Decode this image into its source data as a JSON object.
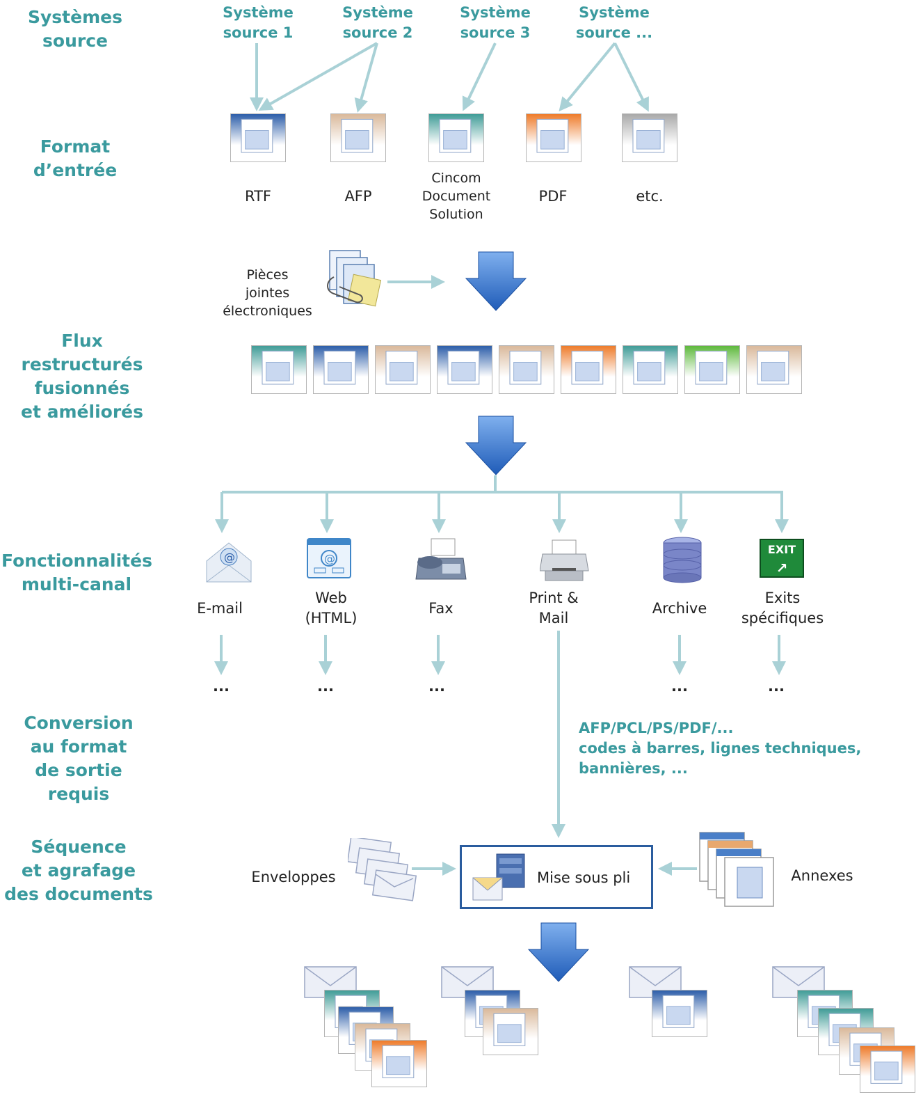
{
  "row_labels": {
    "sources": "Systèmes\nsource",
    "format": "Format\nd’entrée",
    "flux": "Flux\nrestructurés\nfusionnés\net améliorés",
    "multicanal": "Fonctionnalités\nmulti-canal",
    "conversion": "Conversion\nau format\nde sortie requis",
    "sequence": "Séquence\net agrafage\ndes documents"
  },
  "sources": [
    {
      "label": "Système\nsource 1"
    },
    {
      "label": "Système\nsource 2"
    },
    {
      "label": "Système\nsource 3"
    },
    {
      "label": "Système\nsource ..."
    }
  ],
  "formats": [
    {
      "label": "RTF",
      "color": "#2a5ca8"
    },
    {
      "label": "AFP",
      "color": "#d9b89a"
    },
    {
      "label": "Cincom\nDocument\nSolution",
      "color": "#3e9b96"
    },
    {
      "label": "PDF",
      "color": "#ee7a28"
    },
    {
      "label": "etc.",
      "color": "#a8a8a8"
    }
  ],
  "attachments": {
    "label": "Pièces\njointes\nélectroniques"
  },
  "flux_colors": [
    "#3e9b96",
    "#2a5ca8",
    "#d9b89a",
    "#2a5ca8",
    "#d9b89a",
    "#ee7a28",
    "#3e9b96",
    "#5cb83a",
    "#d9b89a"
  ],
  "channels": [
    {
      "label": "E-mail",
      "icon": "email-icon",
      "more": "..."
    },
    {
      "label": "Web\n(HTML)",
      "icon": "web-icon",
      "more": "..."
    },
    {
      "label": "Fax",
      "icon": "fax-icon",
      "more": "..."
    },
    {
      "label": "Print &\nMail",
      "icon": "printer-icon"
    },
    {
      "label": "Archive",
      "icon": "database-icon",
      "more": "..."
    },
    {
      "label": "Exits\nspécifiques",
      "icon": "exit-icon",
      "icon_text": "EXIT",
      "more": "..."
    }
  ],
  "conversion_text": "AFP/PCL/PS/PDF/...\ncodes à barres, lignes techniques,\nbannières, ...",
  "insertion": {
    "envelopes_label": "Enveloppes",
    "box_label": "Mise sous pli",
    "annexes_label": "Annexes"
  },
  "colors": {
    "accent": "#3a9a9e",
    "arrow_blue": "#2f6fc8",
    "connector": "#a9d1d6",
    "box_border": "#2a5c9e"
  }
}
